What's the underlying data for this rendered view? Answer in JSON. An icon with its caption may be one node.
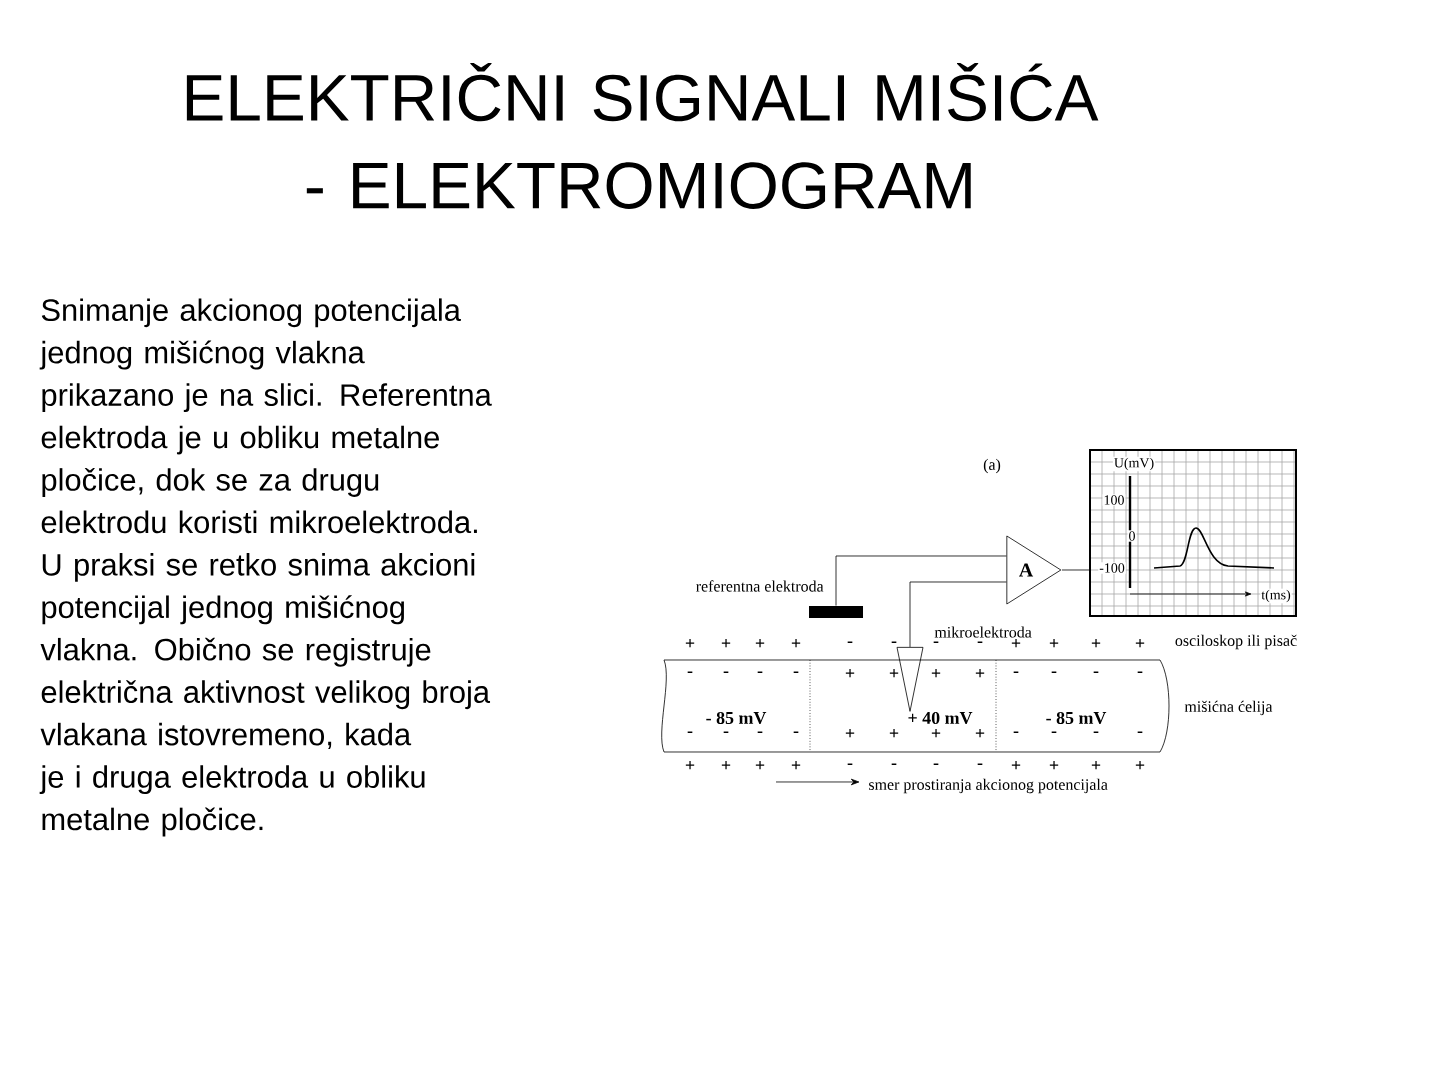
{
  "diagram": {
    "title": "ELEKTRIČNI SIGNALI MIŠIĆA - ELEKTROMIOGRAM",
    "nodes": [
      {
        "text": [],
        "shape": "box",
        "beside": [
          "referentna elektroda"
        ]
      },
      {
        "text": [],
        "shape": "triangle",
        "beside": [
          "mikroelektroda"
        ]
      },
      {
        "text": [
          "A"
        ]
      },
      {
        "text": [
          "U(mV)",
          "100",
          "0",
          "-100",
          "t(ms)"
        ],
        "beside": [
          "osciloskop ili pisač"
        ]
      },
      {
        "text": [
          "- 85 mV",
          "+ 40 mV",
          "- 85 mV"
        ],
        "beside": [
          "mišićna ćelija"
        ]
      }
    ],
    "edges": [
      {
        "from": 0,
        "to": 2,
        "arrow": "none"
      },
      {
        "from": 1,
        "to": 2,
        "arrow": "none"
      },
      {
        "from": 2,
        "to": 3,
        "arrow": "none"
      }
    ],
    "labels": [
      "Snimanje akcionog potencijala jednog mišićnog vlakna prikazano je na slici. Referentna elektroda je u obliku metalne pločice, dok se za drugu elektrodu koristi mikroelektroda. U praksi se retko snima akcioni potencijal jednog mišićnog vlakna. Obično se registruje električna aktivnost velikog broja vlakana istovremeno, kada je i druga elektroda u obliku metalne pločice.",
      "(a)",
      "smer prostiranja akcionog potencijala",
      "+",
      "+",
      "+",
      "+",
      "-",
      "-",
      "-",
      "-",
      "+",
      "+",
      "+",
      "+",
      "-",
      "-",
      "-",
      "-",
      "+",
      "+",
      "+",
      "+",
      "-",
      "-",
      "-",
      "-",
      "-",
      "-",
      "-",
      "-",
      "+",
      "+",
      "+",
      "+",
      "-",
      "-",
      "-",
      "-",
      "+",
      "+",
      "+",
      "+",
      "-",
      "-",
      "-",
      "-",
      "+",
      "+",
      "+",
      "+"
    ]
  }
}
